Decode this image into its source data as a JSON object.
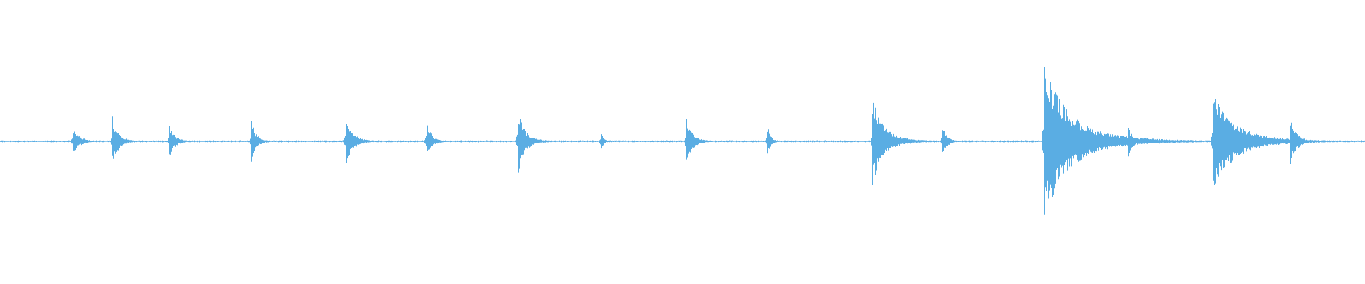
{
  "waveform": {
    "color": "#5aade3",
    "background": "#ffffff",
    "baseline_amplitude": 0.006,
    "transients": [
      {
        "time": 0.0527,
        "peak": 0.09,
        "decay": 0.012
      },
      {
        "time": 0.082,
        "peak": 0.16,
        "decay": 0.01
      },
      {
        "time": 0.1238,
        "peak": 0.1,
        "decay": 0.01
      },
      {
        "time": 0.1838,
        "peak": 0.14,
        "decay": 0.008
      },
      {
        "time": 0.2527,
        "peak": 0.16,
        "decay": 0.012
      },
      {
        "time": 0.312,
        "peak": 0.14,
        "decay": 0.008
      },
      {
        "time": 0.3789,
        "peak": 0.22,
        "decay": 0.012
      },
      {
        "time": 0.4398,
        "peak": 0.09,
        "decay": 0.004
      },
      {
        "time": 0.5023,
        "peak": 0.17,
        "decay": 0.01
      },
      {
        "time": 0.5617,
        "peak": 0.1,
        "decay": 0.006
      },
      {
        "time": 0.639,
        "peak": 0.27,
        "decay": 0.02
      },
      {
        "time": 0.6898,
        "peak": 0.11,
        "decay": 0.008
      },
      {
        "time": 0.7641,
        "peak": 0.5,
        "decay": 0.045
      },
      {
        "time": 0.8258,
        "peak": 0.12,
        "decay": 0.008
      },
      {
        "time": 0.8883,
        "peak": 0.3,
        "decay": 0.04
      },
      {
        "time": 0.9453,
        "peak": 0.16,
        "decay": 0.01
      }
    ]
  }
}
